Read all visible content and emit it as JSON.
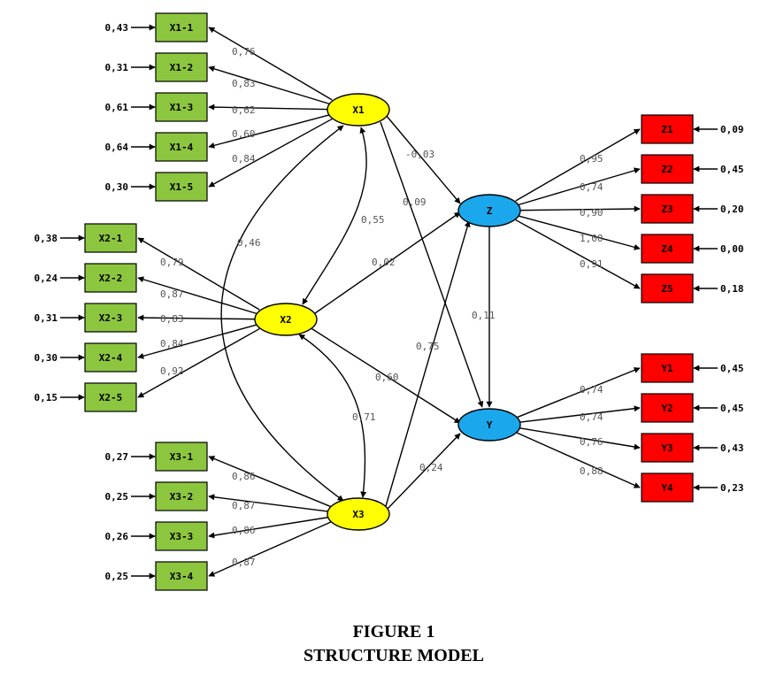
{
  "colors": {
    "exogenous_latent": "#ffff00",
    "endogenous_latent": "#1aa7ec",
    "exogenous_indicator": "#8cc63f",
    "endogenous_indicator": "#ff0000"
  },
  "latents": {
    "X1": "X1",
    "X2": "X2",
    "X3": "X3",
    "Z": "Z",
    "Y": "Y"
  },
  "indicators": {
    "X1-1": {
      "label": "X1-1",
      "loading": "0,76",
      "error": "0,43"
    },
    "X1-2": {
      "label": "X1-2",
      "loading": "0,83",
      "error": "0,31"
    },
    "X1-3": {
      "label": "X1-3",
      "loading": "0,62",
      "error": "0,61"
    },
    "X1-4": {
      "label": "X1-4",
      "loading": "0,60",
      "error": "0,64"
    },
    "X1-5": {
      "label": "X1-5",
      "loading": "0,84",
      "error": "0,30"
    },
    "X2-1": {
      "label": "X2-1",
      "loading": "0,79",
      "error": "0,38"
    },
    "X2-2": {
      "label": "X2-2",
      "loading": "0,87",
      "error": "0,24"
    },
    "X2-3": {
      "label": "X2-3",
      "loading": "0,83",
      "error": "0,31"
    },
    "X2-4": {
      "label": "X2-4",
      "loading": "0,84",
      "error": "0,30"
    },
    "X2-5": {
      "label": "X2-5",
      "loading": "0,92",
      "error": "0,15"
    },
    "X3-1": {
      "label": "X3-1",
      "loading": "0,86",
      "error": "0,27"
    },
    "X3-2": {
      "label": "X3-2",
      "loading": "0,87",
      "error": "0,25"
    },
    "X3-3": {
      "label": "X3-3",
      "loading": "0,86",
      "error": "0,26"
    },
    "X3-4": {
      "label": "X3-4",
      "loading": "0,87",
      "error": "0,25"
    },
    "Z1": {
      "label": "Z1",
      "loading": "0,95",
      "error": "0,09"
    },
    "Z2": {
      "label": "Z2",
      "loading": "0,74",
      "error": "0,45"
    },
    "Z3": {
      "label": "Z3",
      "loading": "0,90",
      "error": "0,20"
    },
    "Z4": {
      "label": "Z4",
      "loading": "1,00",
      "error": "0,00"
    },
    "Z5": {
      "label": "Z5",
      "loading": "0,91",
      "error": "0,18"
    },
    "Y1": {
      "label": "Y1",
      "loading": "0,74",
      "error": "0,45"
    },
    "Y2": {
      "label": "Y2",
      "loading": "0,74",
      "error": "0,45"
    },
    "Y3": {
      "label": "Y3",
      "loading": "0,76",
      "error": "0,43"
    },
    "Y4": {
      "label": "Y4",
      "loading": "0,88",
      "error": "0,23"
    }
  },
  "paths": {
    "X1_Z": "-0,03",
    "X1_Y": "0,09",
    "X2_Z": "0,02",
    "X2_Y": "0,60",
    "X3_Z": "0,75",
    "X3_Y": "0,24",
    "Z_Y": "0,11"
  },
  "correlations": {
    "X1_X2": "0,55",
    "X1_X3": "0,46",
    "X2_X3": "0,71"
  },
  "caption": {
    "line1": "FIGURE 1",
    "line2": "STRUCTURE MODEL"
  }
}
